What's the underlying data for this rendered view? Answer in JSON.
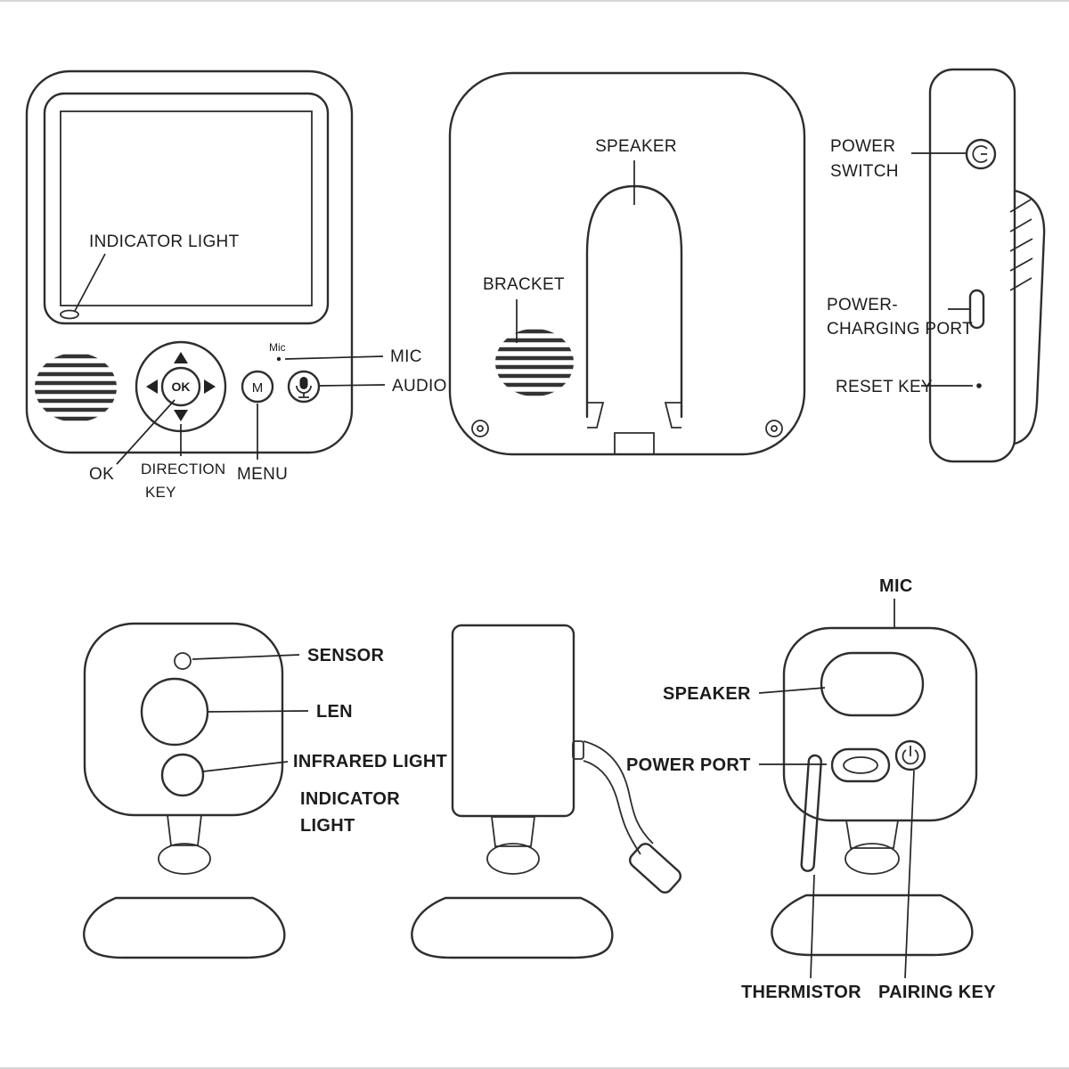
{
  "diagram": {
    "monitor_front": {
      "indicator_light": "INDICATOR LIGHT",
      "mic_small": "Mic",
      "mic": "MIC",
      "audio": "AUDIO",
      "ok_button": "OK",
      "ok": "OK",
      "direction_line1": "DIRECTION",
      "direction_line2": "KEY",
      "menu": "MENU",
      "m_button": "M"
    },
    "monitor_back": {
      "speaker": "SPEAKER",
      "bracket": "BRACKET"
    },
    "monitor_side": {
      "power_switch_l1": "POWER",
      "power_switch_l2": "SWITCH",
      "charging_l1": "POWER-",
      "charging_l2": "CHARGING PORT",
      "reset_key": "RESET KEY"
    },
    "camera_front": {
      "sensor": "SENSOR",
      "len": "LEN",
      "infrared_light": "INFRARED LIGHT",
      "indicator_l1": "INDICATOR",
      "indicator_l2": "LIGHT"
    },
    "camera_back": {
      "mic": "MIC",
      "speaker": "SPEAKER",
      "power_port": "POWER PORT",
      "thermistor": "THERMISTOR",
      "pairing_key": "PAIRING KEY"
    }
  }
}
